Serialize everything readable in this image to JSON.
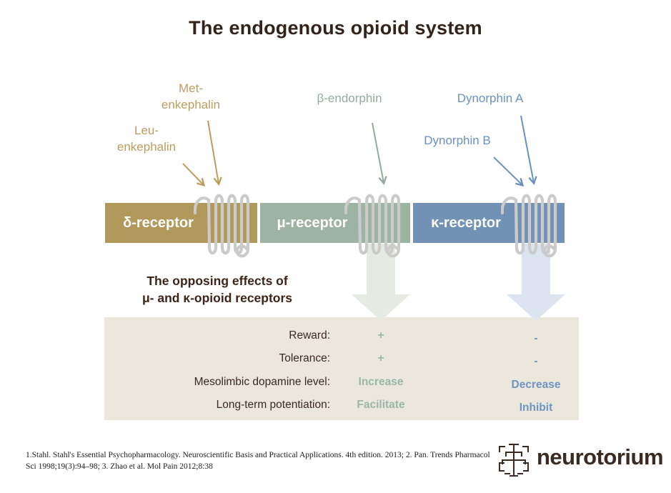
{
  "title": "The endogenous opioid system",
  "colors": {
    "dark_brown": "#32241b",
    "heading_brown": "#3e2517",
    "label_brown": "#3a2a22",
    "logo_brown": "#3a2a21",
    "gold_bar": "#b1995c",
    "gold_text": "#bc9d60",
    "sage_bar": "#9db3a4",
    "sage_text": "#93aca0",
    "sage_arrow": "#8fac9d",
    "sage_value": "#9bb7a6",
    "blue_bar": "#7292b5",
    "blue_text": "#6b92bd",
    "blue_value": "#6e95c1",
    "panel_beige": "#ebe7dc",
    "block_arrow_mu": "#e5eae3",
    "block_arrow_kappa": "#dce4ef",
    "coil_gray": "#cbcbcb"
  },
  "icons": {
    "receptor_coil": "gpcr-serpentine-coil-icon",
    "down_block_arrow": "block-down-arrow",
    "logo": "neurotorium-brain-mark-icon"
  },
  "ligands": {
    "met_enkephalin": {
      "line1": "Met-",
      "line2": "enkephalin"
    },
    "leu_enkephalin": {
      "line1": "Leu-",
      "line2": "enkephalin"
    },
    "beta_endorphin": {
      "label": "β-endorphin"
    },
    "dynorphin_a": {
      "label": "Dynorphin A"
    },
    "dynorphin_b": {
      "label": "Dynorphin B"
    }
  },
  "receptors": [
    {
      "label": "δ-receptor"
    },
    {
      "label": "μ-receptor"
    },
    {
      "label": "κ-receptor"
    }
  ],
  "effects_heading": {
    "line1": "The opposing effects of",
    "line2": "μ- and κ-opioid receptors"
  },
  "effects_table": {
    "rows": [
      {
        "label": "Reward:",
        "mu": "+",
        "kappa": "-"
      },
      {
        "label": "Tolerance:",
        "mu": "+",
        "kappa": "-"
      },
      {
        "label": "Mesolimbic dopamine level:",
        "mu": "Increase",
        "kappa": "Decrease"
      },
      {
        "label": "Long-term potentiation:",
        "mu": "Facilitate",
        "kappa": "Inhibit"
      }
    ]
  },
  "footer": {
    "line1": "1.Stahl. Stahl's Essential Psychopharmacology. Neuroscientific Basis and Practical Applications. 4th edition. 2013; 2. Pan. Trends Pharmacol",
    "line2": "Sci 1998;19(3):94–98; 3. Zhao et al. Mol Pain 2012;8:38"
  },
  "logo": {
    "text": "neurotorium"
  }
}
